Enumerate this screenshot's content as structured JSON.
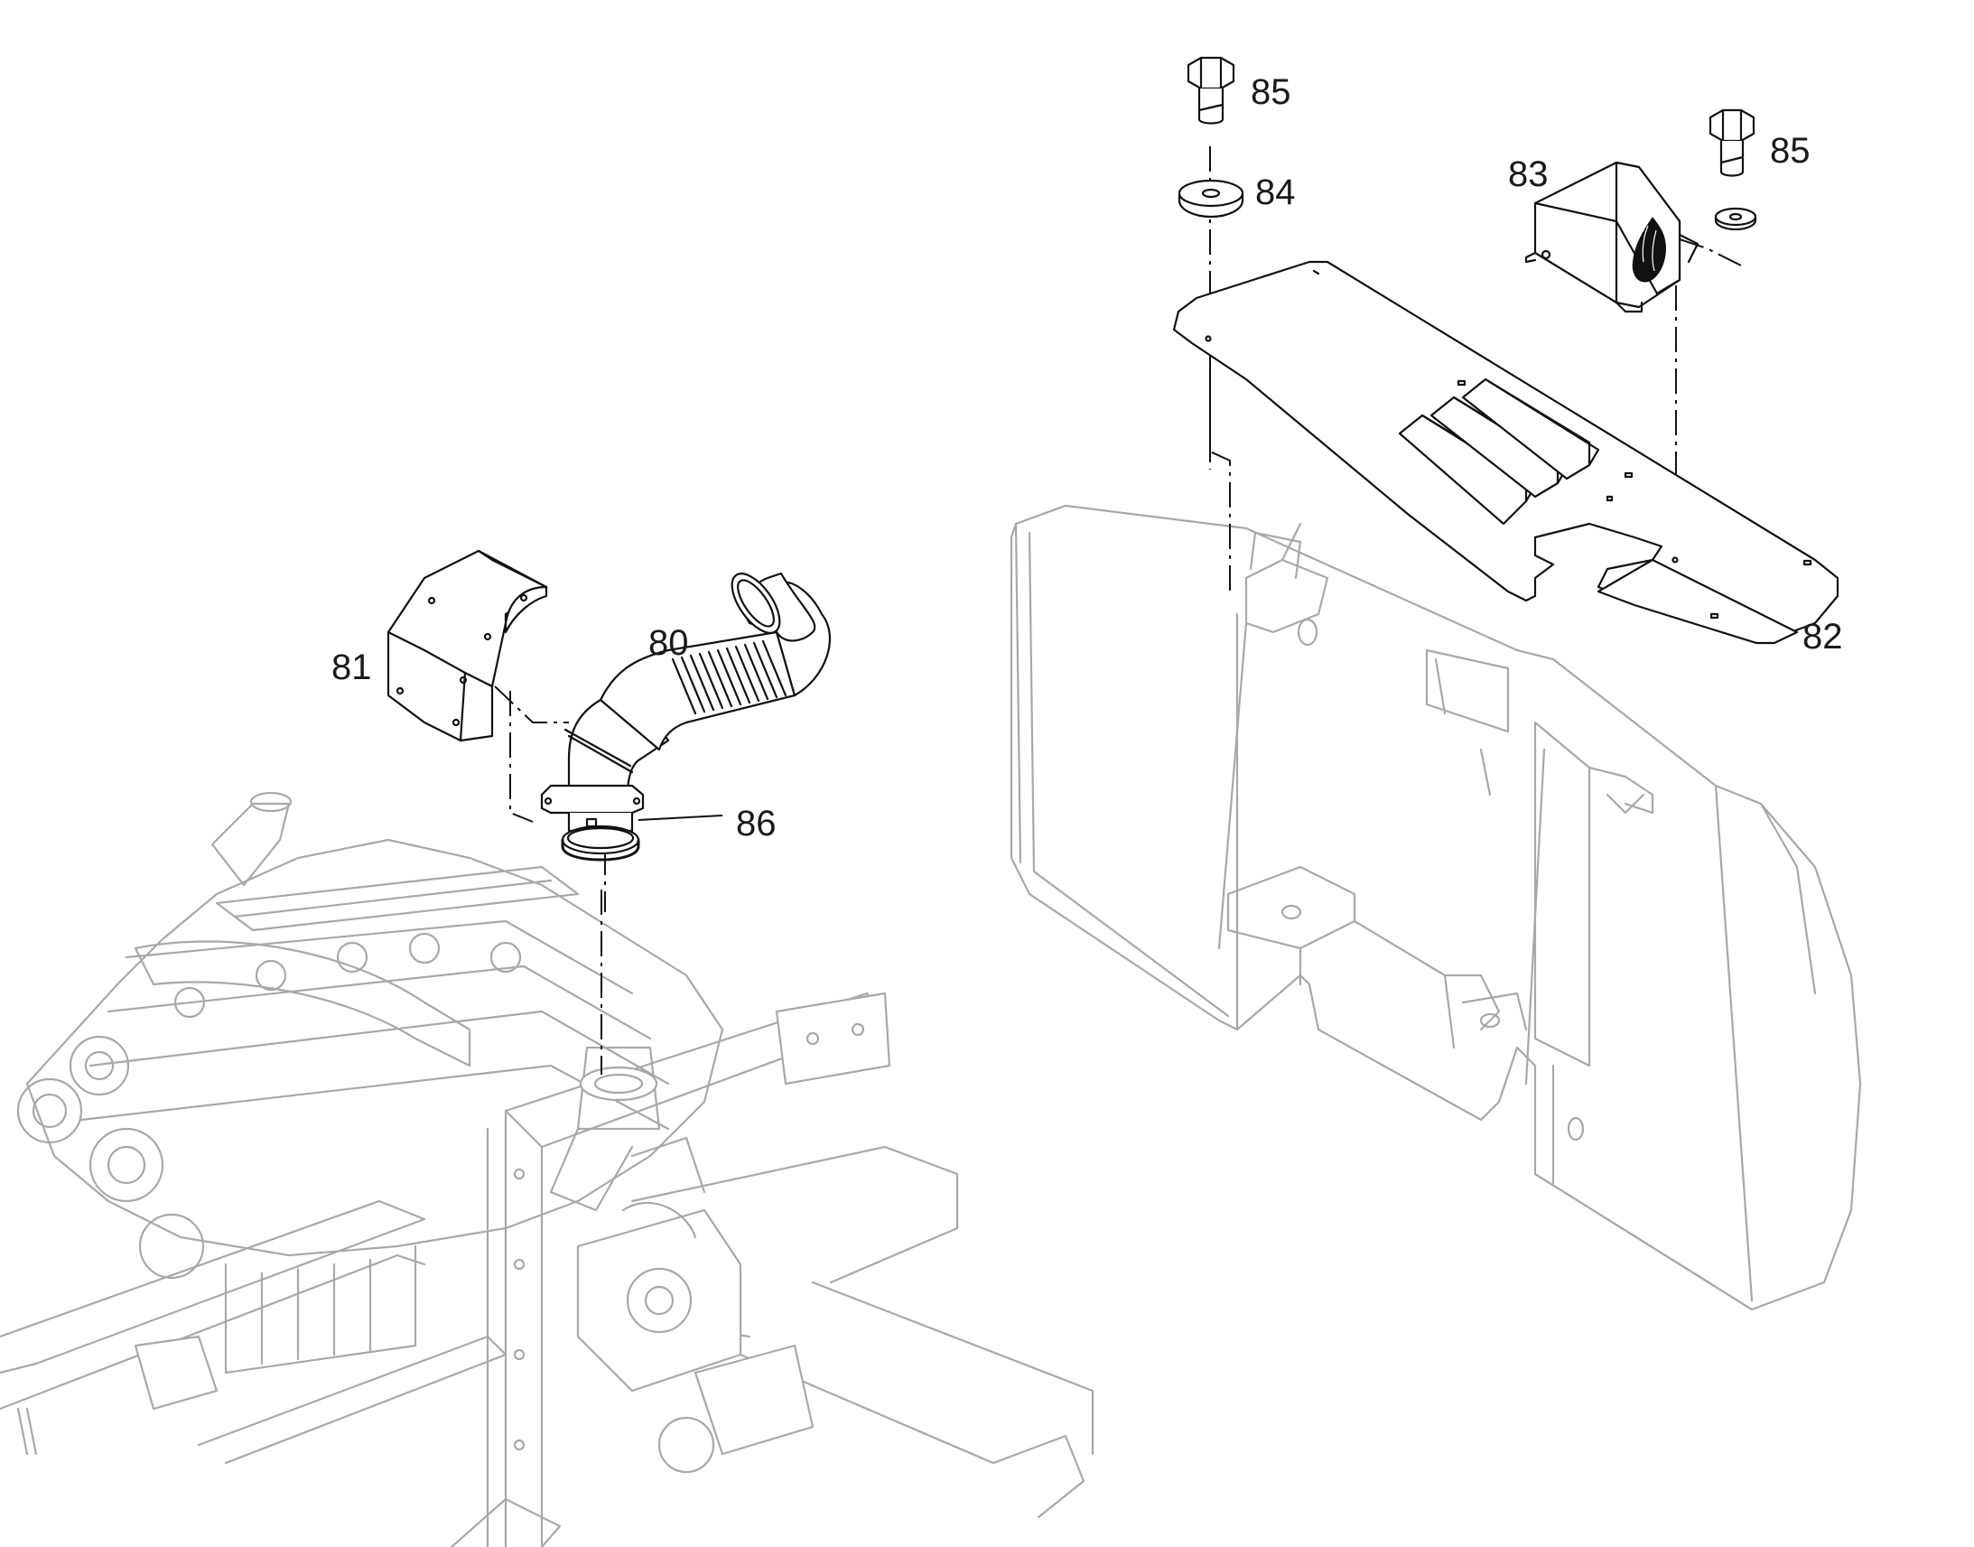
{
  "diagram": {
    "callouts": [
      {
        "id": "80",
        "text": "80"
      },
      {
        "id": "81",
        "text": "81"
      },
      {
        "id": "82",
        "text": "82"
      },
      {
        "id": "83",
        "text": "83"
      },
      {
        "id": "84",
        "text": "84"
      },
      {
        "id": "85a",
        "text": "85"
      },
      {
        "id": "85b",
        "text": "85"
      },
      {
        "id": "86",
        "text": "86"
      }
    ]
  },
  "colors": {
    "line": "#111111",
    "ghost_line": "#a8a8a8",
    "background": "#ffffff"
  }
}
